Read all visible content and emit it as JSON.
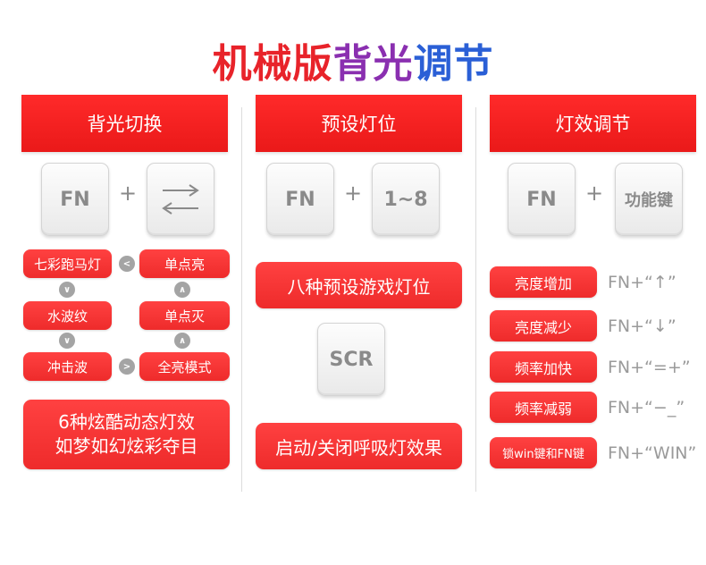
{
  "title": {
    "part1": "机械版",
    "part2": "背光",
    "part3": "调节"
  },
  "columns": {
    "backlight_switch": {
      "header": "背光切换",
      "key1": "FN",
      "plus": "+",
      "effects": {
        "left": [
          "七彩跑马灯",
          "水波纹",
          "冲击波"
        ],
        "right": [
          "单点亮",
          "单点灭",
          "全亮模式"
        ]
      },
      "summary_line1": "6种炫酷动态灯效",
      "summary_line2": "如梦如幻炫彩夺目"
    },
    "preset_lights": {
      "header": "预设灯位",
      "key1": "FN",
      "plus": "+",
      "key2": "1~8",
      "preset_label": "八种预设游戏灯位",
      "scr_key": "SCR",
      "toggle_label": "启动/关闭呼吸灯效果"
    },
    "effect_adjust": {
      "header": "灯效调节",
      "key1": "FN",
      "plus": "+",
      "key2": "功能键",
      "rows": [
        {
          "label": "亮度增加",
          "combo": "FN+“↑”"
        },
        {
          "label": "亮度减少",
          "combo": "FN+“↓”"
        },
        {
          "label": "频率加快",
          "combo": "FN+“=+”"
        },
        {
          "label": "频率减弱",
          "combo": "FN+“−_”"
        },
        {
          "label": "锁win键和FN键",
          "combo": "FN+“WIN”"
        }
      ]
    }
  },
  "colors": {
    "accent_red": "#ee2b2b",
    "title_red": "#e8232a",
    "title_purple": "#8a2fb0",
    "title_blue": "#2a5fd6",
    "key_text": "#8a8a8a"
  }
}
